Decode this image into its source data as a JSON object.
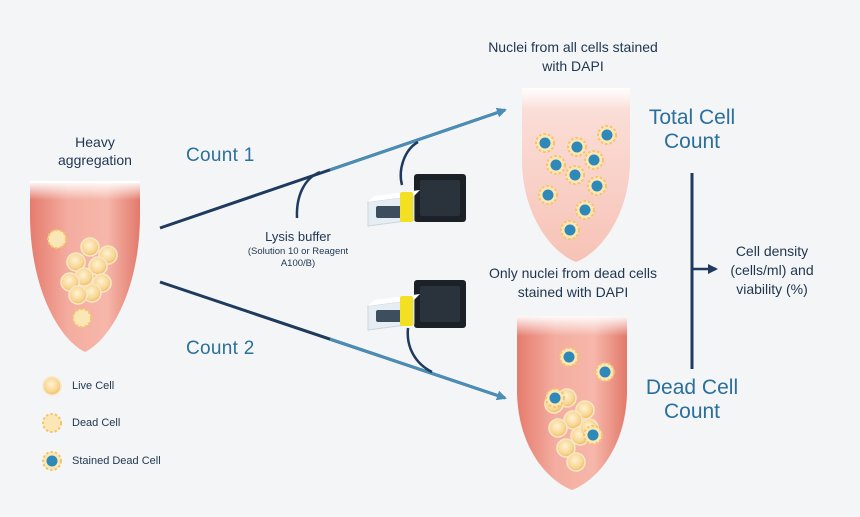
{
  "source": {
    "title": "Heavy aggregation"
  },
  "paths": {
    "count1": "Count 1",
    "count2": "Count 2"
  },
  "lysis": {
    "label": "Lysis buffer",
    "sub": "(Solution 10 or Reagent A100/B)"
  },
  "top_tube": {
    "caption": "Nuclei from all cells stained with DAPI",
    "result": "Total Cell Count"
  },
  "bottom_tube": {
    "caption": "Only nuclei from dead cells stained with DAPI",
    "result": "Dead Cell Count"
  },
  "output": {
    "label": "Cell density (cells/ml) and viability (%)"
  },
  "legend": [
    {
      "label": "Live Cell",
      "icon": "live-cell-icon"
    },
    {
      "label": "Dead Cell",
      "icon": "dead-cell-icon"
    },
    {
      "label": "Stained Dead Cell",
      "icon": "stained-dead-cell-icon"
    }
  ],
  "colors": {
    "navy": "#1f3a5f",
    "arrow_blue": "#4a8db5",
    "tube_fill": "#f2a99a",
    "live_cell": "#f6c97a",
    "nucleus": "#2f89b8"
  }
}
